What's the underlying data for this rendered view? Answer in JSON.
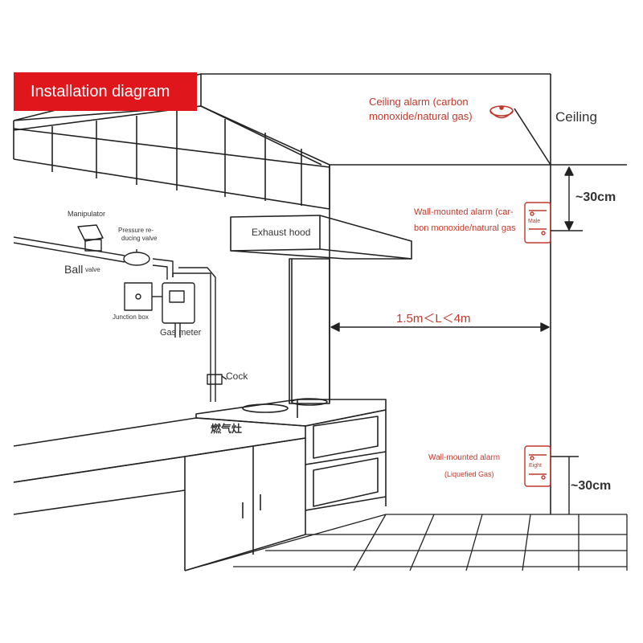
{
  "title": "Installation diagram",
  "labels": {
    "ceiling_alarm": "Ceiling alarm (carbon monoxide/natural gas)",
    "ceiling": "Ceiling",
    "wall_alarm_top_line1": "Wall-mounted alarm (car-",
    "wall_alarm_top_line2": "bon monoxide/natural gas",
    "distance_top": "~30cm",
    "exhaust_hood": "Exhaust hood",
    "distance_range": "1.5m＜L＜4m",
    "manipulator": "Manipulator",
    "pressure_valve_line1": "Pressure re-",
    "pressure_valve_line2": "ducing valve",
    "ball": "Ball",
    "valve": "valve",
    "junction_box": "Junction box",
    "gas_meter": "Gas meter",
    "cock": "Cock",
    "stove": "燃气灶",
    "wall_alarm_bottom": "Wall-mounted alarm",
    "wall_alarm_bottom_sub": "(Liquefied Gas)",
    "distance_bottom": "~30cm",
    "alarm_tag_top": "Male",
    "alarm_tag_bottom": "Eight"
  },
  "colors": {
    "banner": "#e0161d",
    "annotation": "#c0392b",
    "line": "#222222"
  }
}
